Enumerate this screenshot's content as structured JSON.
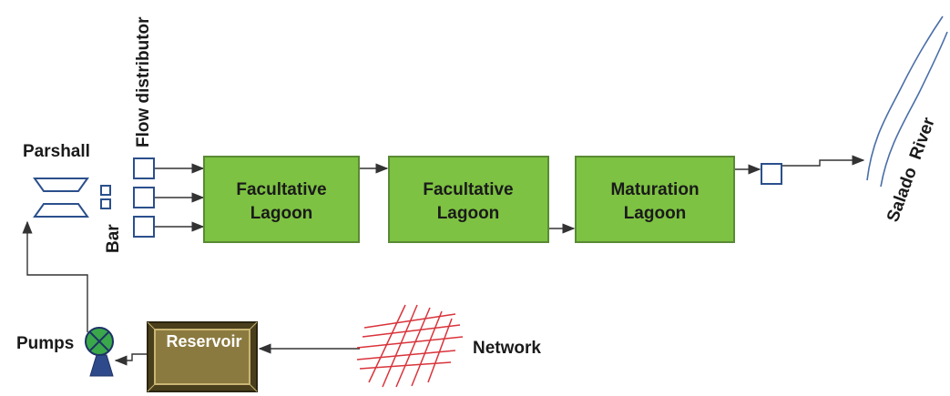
{
  "labels": {
    "parshall": "Parshall",
    "flow_distributor": "Flow distributor",
    "bar": "Bar",
    "pumps": "Pumps",
    "reservoir": "Reservoir",
    "network": "Network",
    "salado_river": "Salado  River"
  },
  "lagoons": [
    {
      "line1": "Facultative",
      "line2": "Lagoon"
    },
    {
      "line1": "Facultative",
      "line2": "Lagoon"
    },
    {
      "line1": "Maturation",
      "line2": "Lagoon"
    }
  ],
  "colors": {
    "lagoon_fill": "#7dc242",
    "lagoon_border": "#5a8a35",
    "box_stroke": "#2b4f8c",
    "network_lines": "#d9343b",
    "reservoir_fill": "#8b7a3f",
    "pump_fill": "#3aa84a"
  }
}
